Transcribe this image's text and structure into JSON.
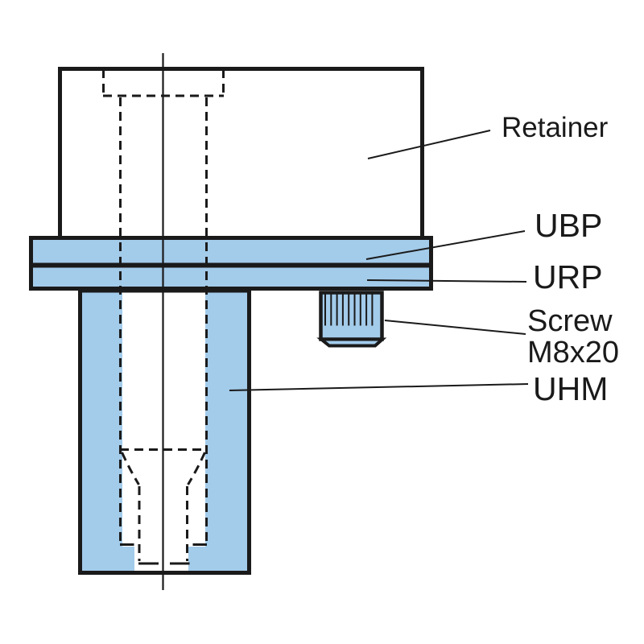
{
  "diagram": {
    "type": "technical-drawing",
    "description": "Cross-section assembly drawing of a retainer mounted on backing/retainer plates with a hardened bushing and fixing screw",
    "colors": {
      "part_fill": "#a3cbea",
      "line_color": "#1a1a1a",
      "bg": "#ffffff"
    },
    "labels": {
      "retainer": "Retainer",
      "ubp": "UBP",
      "urp": "URP",
      "screw_line1": "Screw",
      "screw_line2": "M8x20",
      "uhm": "UHM"
    },
    "parts": [
      {
        "id": "retainer",
        "label": "Retainer"
      },
      {
        "id": "ubp",
        "label": "UBP"
      },
      {
        "id": "urp",
        "label": "URP"
      },
      {
        "id": "screw",
        "label": "Screw M8x20"
      },
      {
        "id": "uhm",
        "label": "UHM"
      }
    ]
  }
}
